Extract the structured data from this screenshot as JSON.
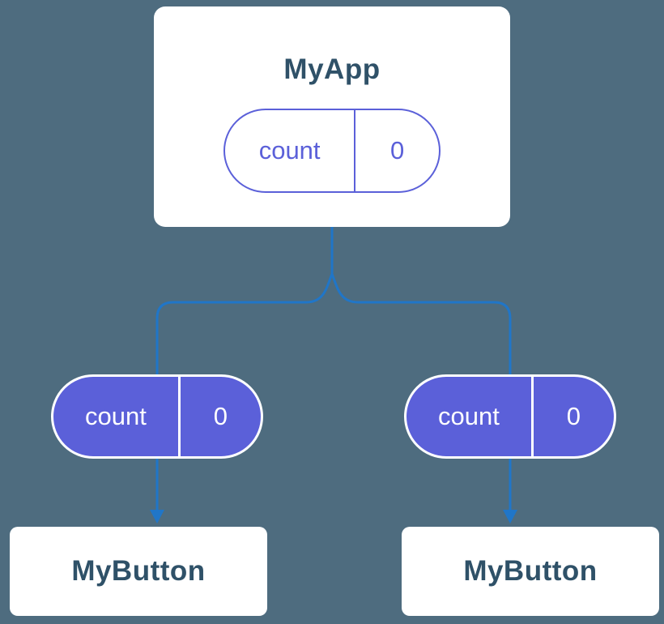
{
  "colors": {
    "bg": "#4E6C7F",
    "line": "#2076C8",
    "purple": "#5B60D9",
    "text": "#2F5168"
  },
  "diagram": {
    "root": {
      "title": "MyApp",
      "state": {
        "name": "count",
        "value": "0"
      }
    },
    "children": [
      {
        "title": "MyButton",
        "prop": {
          "name": "count",
          "value": "0"
        }
      },
      {
        "title": "MyButton",
        "prop": {
          "name": "count",
          "value": "0"
        }
      }
    ]
  }
}
